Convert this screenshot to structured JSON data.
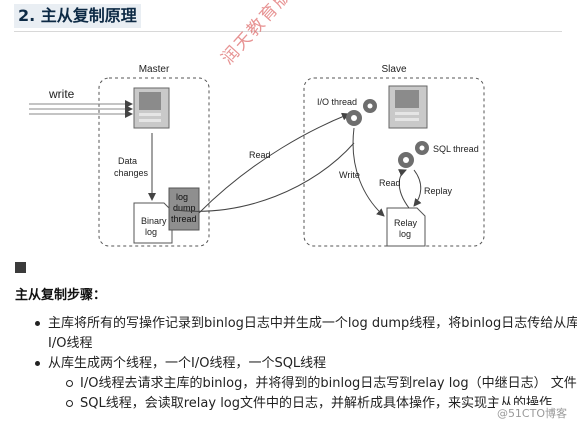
{
  "heading": "2. 主从复制原理",
  "diagram": {
    "master_label": "Master",
    "slave_label": "Slave",
    "write_label": "write",
    "data_changes_line1": "Data",
    "data_changes_line2": "changes",
    "binary_log_line1": "Binary",
    "binary_log_line2": "log",
    "dump_thread_line1": "log",
    "dump_thread_line2": "dump",
    "dump_thread_line3": "thread",
    "read_label": "Read",
    "io_thread_label": "I/O thread",
    "sql_thread_label": "SQL thread",
    "write_slave_label": "Write",
    "read_slave_label": "Read",
    "replay_label": "Replay",
    "relay_log_line1": "Relay",
    "relay_log_line2": "log"
  },
  "watermark": "润天教育版权所有",
  "steps_title": "主从复制步骤：",
  "steps": [
    {
      "text": "主库将所有的写操作记录到binlog日志中并生成一个log dump线程，将binlog日志传给从库的I/O线程",
      "sub": []
    },
    {
      "text": "从库生成两个线程，一个I/O线程，一个SQL线程",
      "sub": [
        "I/O线程去请求主库的binlog，并将得到的binlog日志写到relay log（中继日志） 文件中",
        "SQL线程，会读取relay log文件中的日志，并解析成具体操作，来实现主从的操作"
      ]
    }
  ],
  "credit": "@51CTO博客"
}
